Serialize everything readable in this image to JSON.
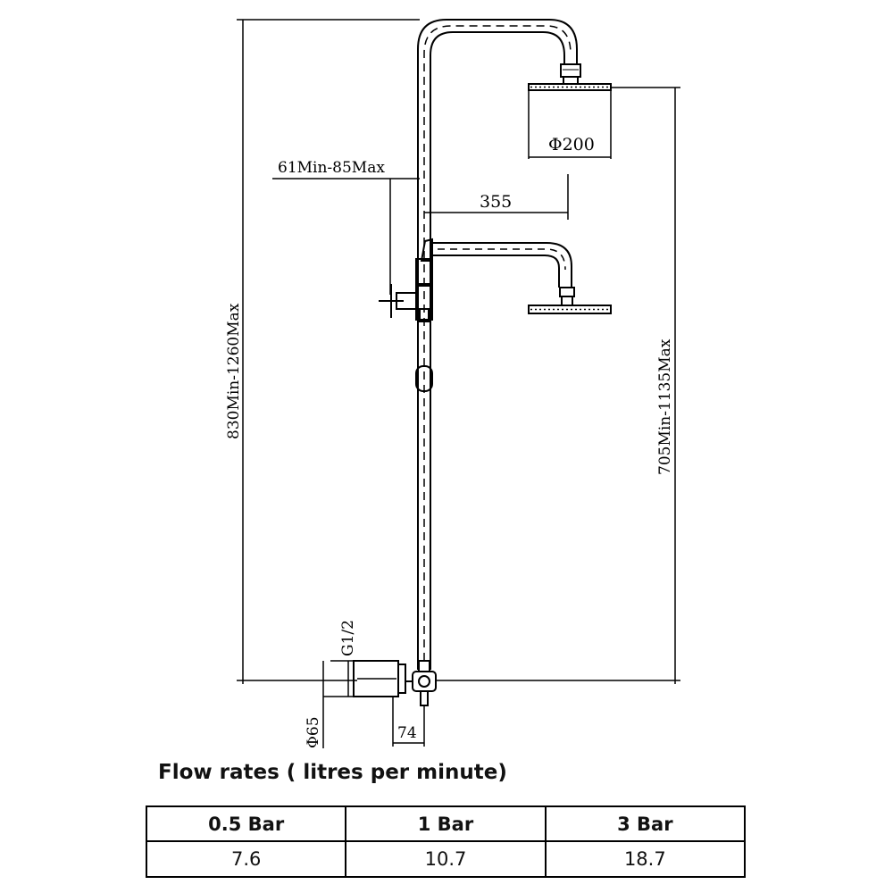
{
  "drawing": {
    "labels": {
      "head_diameter": "Φ200",
      "arm_projection": "355",
      "valve_offset": "61Min-85Max",
      "overall_height": "830Min-1260Max",
      "head_height": "705Min-1135Max",
      "inlet_thread": "G1/2",
      "inlet_diameter": "Φ65",
      "inlet_depth": "74"
    }
  },
  "flow_rates": {
    "title": "Flow rates ( litres per minute)",
    "columns": [
      "0.5 Bar",
      "1 Bar",
      "3 Bar"
    ],
    "values": [
      "7.6",
      "10.7",
      "18.7"
    ]
  }
}
